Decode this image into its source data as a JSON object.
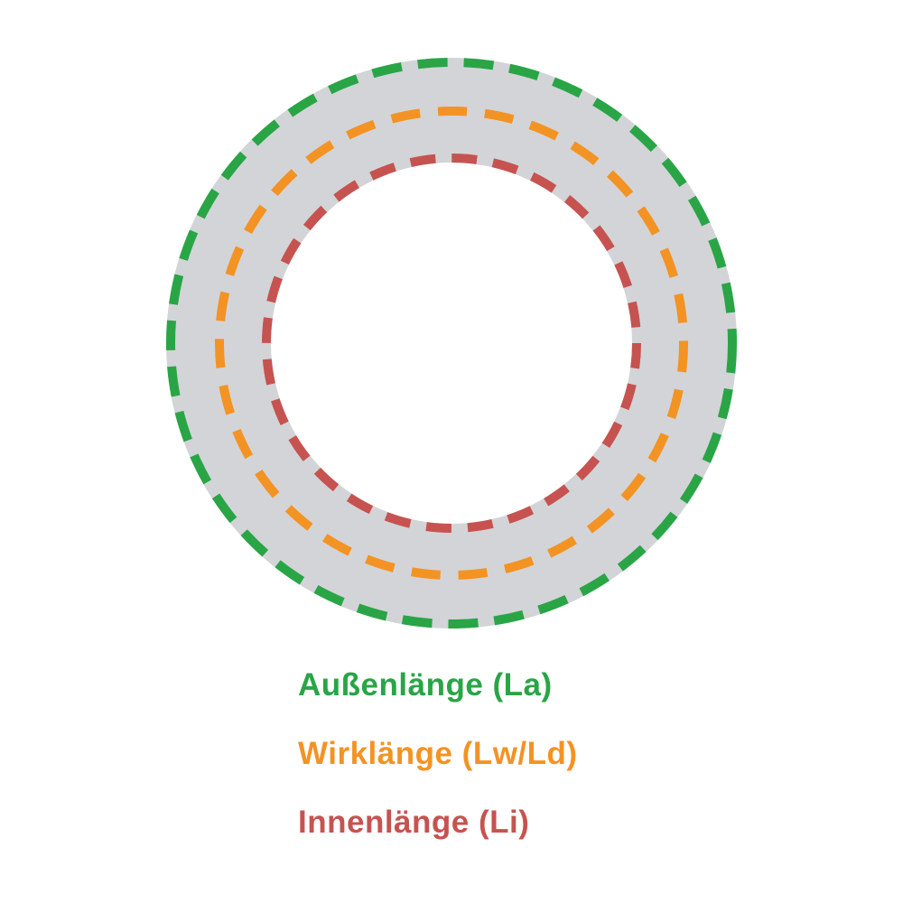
{
  "diagram": {
    "background": "#ffffff",
    "ring_fill": "#d3d4d7",
    "hole_fill": "#ffffff"
  },
  "legend": [
    {
      "id": "aussenlaenge",
      "text": "Außenlänge (La)",
      "color": "#29a546"
    },
    {
      "id": "wirklaenge",
      "text": "Wirklänge (Lw/Ld)",
      "color": "#f39324"
    },
    {
      "id": "innenlaenge",
      "text": "Innenlänge (Li)",
      "color": "#c65350"
    }
  ]
}
